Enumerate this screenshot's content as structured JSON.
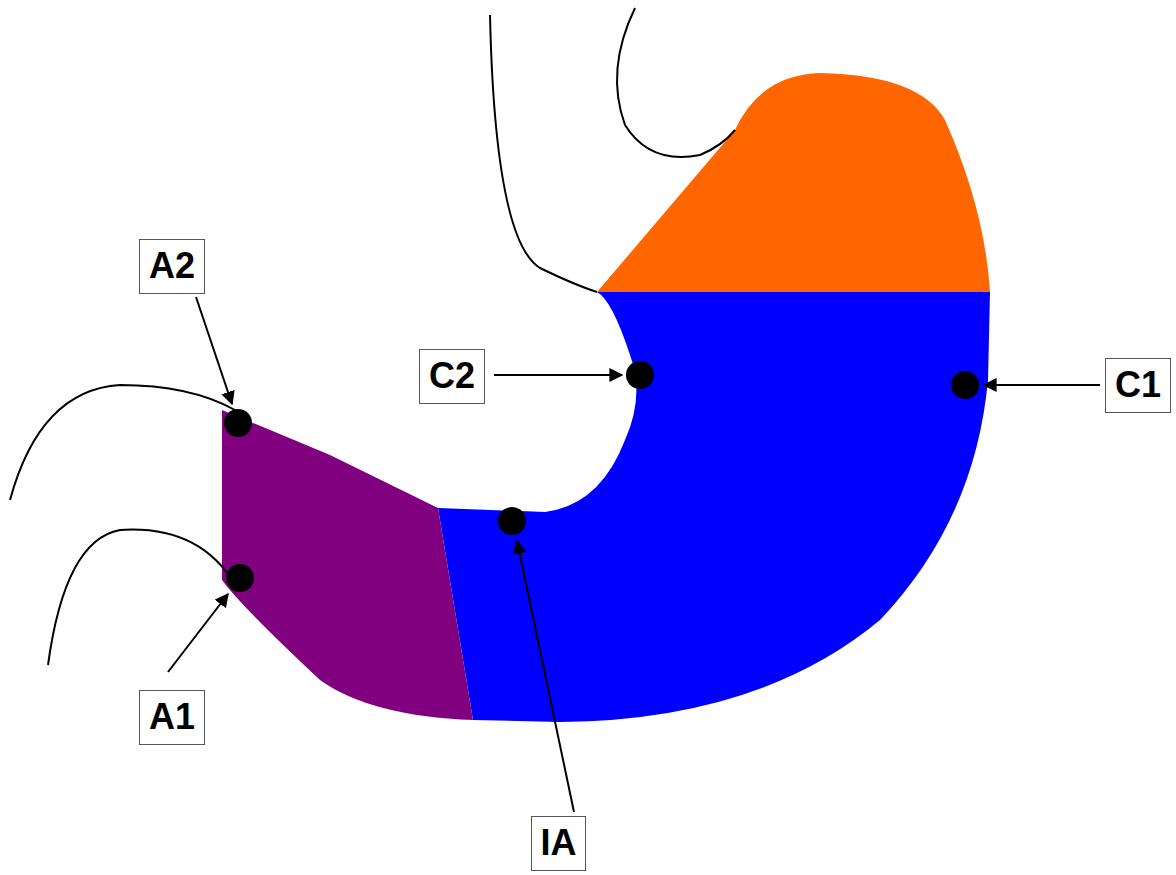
{
  "diagram": {
    "nodes": [
      {
        "text": [
          "A2"
        ]
      },
      {
        "text": [
          "C2"
        ]
      },
      {
        "text": [
          "C1"
        ]
      },
      {
        "text": [
          "A1"
        ]
      },
      {
        "text": [
          "IA"
        ]
      }
    ]
  }
}
